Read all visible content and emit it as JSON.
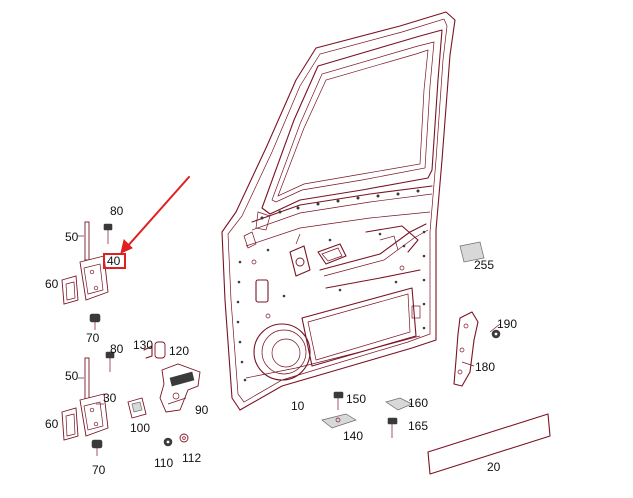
{
  "diagram": {
    "highlight_color": "#e02020",
    "line_color": "#7a1424",
    "highlighted_part": "40",
    "part_labels": {
      "p10": "10",
      "p20": "20",
      "p30": "30",
      "p40": "40",
      "p50a": "50",
      "p50b": "50",
      "p60a": "60",
      "p60b": "60",
      "p70a": "70",
      "p70b": "70",
      "p80a": "80",
      "p80b": "80",
      "p90": "90",
      "p100": "100",
      "p110": "110",
      "p112": "112",
      "p120": "120",
      "p130": "130",
      "p140": "140",
      "p150": "150",
      "p160": "160",
      "p165": "165",
      "p180": "180",
      "p190": "190",
      "p255": "255"
    }
  }
}
